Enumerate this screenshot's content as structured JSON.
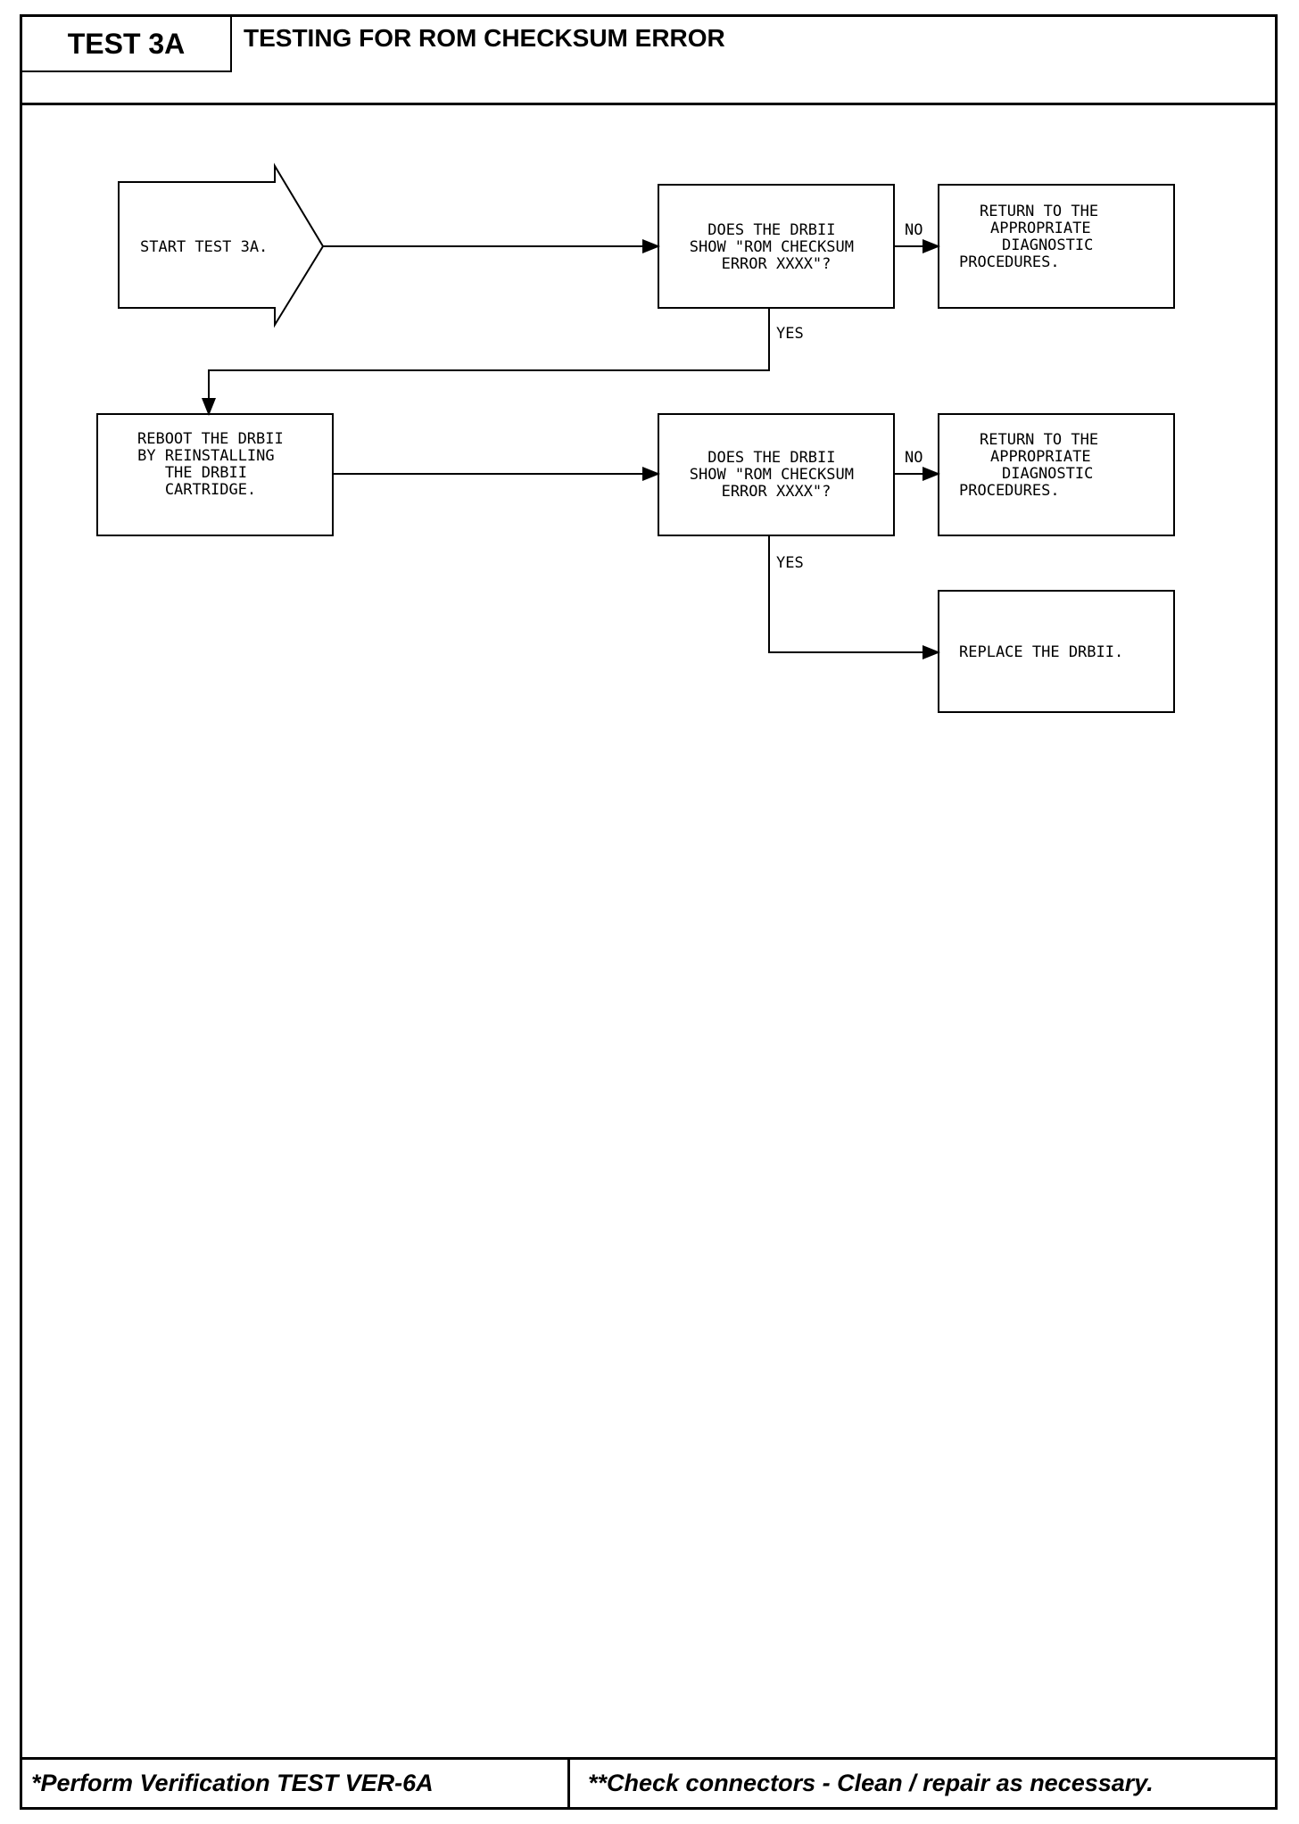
{
  "header": {
    "test_id": "TEST 3A",
    "title": "TESTING FOR ROM CHECKSUM ERROR"
  },
  "flowchart": {
    "start": "START TEST 3A.",
    "decision1": [
      "DOES THE DRBII",
      "SHOW \"ROM CHECKSUM",
      "ERROR XXXX\"?"
    ],
    "return1": [
      "RETURN TO THE",
      "APPROPRIATE",
      "DIAGNOSTIC",
      "PROCEDURES."
    ],
    "reboot": [
      "REBOOT THE DRBII",
      "BY REINSTALLING",
      "THE DRBII",
      "CARTRIDGE."
    ],
    "decision2": [
      "DOES THE DRBII",
      "SHOW \"ROM CHECKSUM",
      "ERROR XXXX\"?"
    ],
    "return2": [
      "RETURN TO THE",
      "APPROPRIATE",
      "DIAGNOSTIC",
      "PROCEDURES."
    ],
    "replace": "REPLACE THE DRBII.",
    "labels": {
      "no": "NO",
      "yes": "YES"
    }
  },
  "footer": {
    "left": "*Perform Verification TEST VER-6A",
    "right": "**Check connectors - Clean / repair as necessary."
  }
}
